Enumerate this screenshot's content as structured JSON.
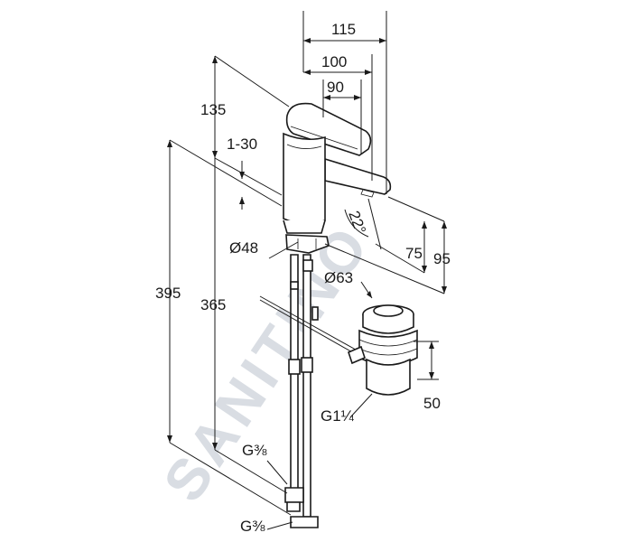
{
  "watermark": {
    "text": "SANITINO",
    "color": "#d9dde3"
  },
  "dimensions": {
    "d115": "115",
    "d100": "100",
    "d90": "90",
    "d135": "135",
    "d1_30": "1-30",
    "d22deg": "22°",
    "d48": "Ø48",
    "d63": "Ø63",
    "d75": "75",
    "d95": "95",
    "d395": "395",
    "d365": "365",
    "d50": "50",
    "g114": "G1¼",
    "g38_a": "G⅜",
    "g38_b": "G⅜"
  }
}
